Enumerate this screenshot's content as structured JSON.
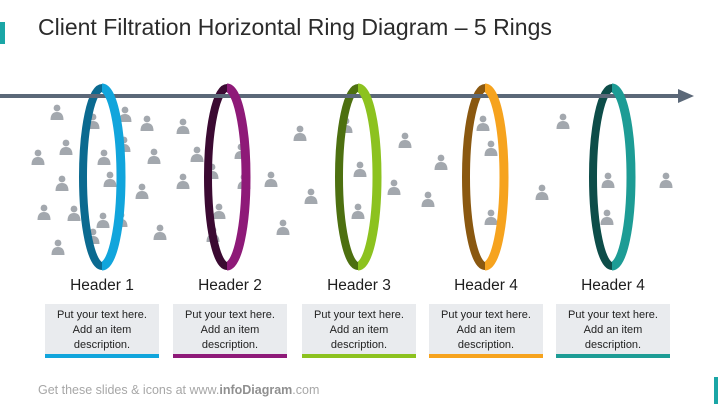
{
  "title": "Client Filtration Horizontal Ring Diagram – 5 Rings",
  "arrow_color": "#5b6878",
  "person_color": "#a3a8ae",
  "icon": "person-icon",
  "rings": [
    {
      "header": "Header 1",
      "desc": [
        "Put your text here.",
        "Add an item",
        "description."
      ],
      "color": "#11a5dc",
      "dark": "#0b6a90"
    },
    {
      "header": "Header 2",
      "desc": [
        "Put your text here.",
        "Add an item",
        "description."
      ],
      "color": "#8e1a78",
      "dark": "#3b0a32"
    },
    {
      "header": "Header 3",
      "desc": [
        "Put your text here.",
        "Add an item",
        "description."
      ],
      "color": "#8cc21f",
      "dark": "#4d7010"
    },
    {
      "header": "Header 4",
      "desc": [
        "Put your text here.",
        "Add an item",
        "description."
      ],
      "color": "#f6a31e",
      "dark": "#8a5810"
    },
    {
      "header": "Header 4",
      "desc": [
        "Put your text here.",
        "Add an item",
        "description."
      ],
      "color": "#1d9c95",
      "dark": "#0d4d49"
    }
  ],
  "footer": {
    "prefix": "Get these slides & icons at www.",
    "brand": "infoDiagram",
    "suffix": ".com"
  }
}
